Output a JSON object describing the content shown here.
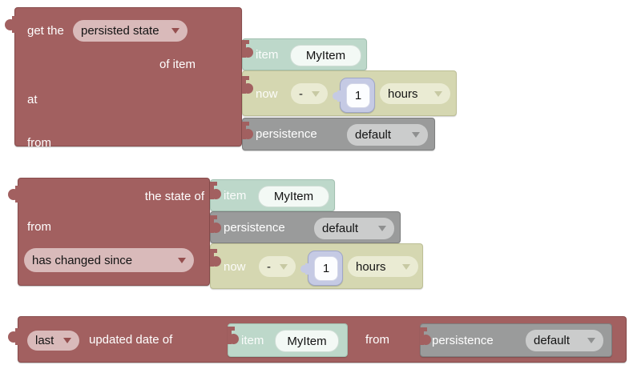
{
  "block1": {
    "prefix_label": "get the",
    "type_dropdown": "persisted state",
    "of_item_label": "of item",
    "at_label": "at",
    "from_label": "from",
    "item": {
      "label": "item",
      "name": "MyItem"
    },
    "time": {
      "label": "now",
      "operator": "-",
      "value": "1",
      "unit": "hours"
    },
    "persistence": {
      "label": "persistence",
      "service": "default"
    }
  },
  "block2": {
    "state_of_label": "the state of",
    "from_label": "from",
    "condition_dropdown": "has changed since",
    "item": {
      "label": "item",
      "name": "MyItem"
    },
    "persistence": {
      "label": "persistence",
      "service": "default"
    },
    "time": {
      "label": "now",
      "operator": "-",
      "value": "1",
      "unit": "hours"
    }
  },
  "block3": {
    "which_dropdown": "last",
    "updated_label": "updated date of",
    "from_label": "from",
    "item": {
      "label": "item",
      "name": "MyItem"
    },
    "persistence": {
      "label": "persistence",
      "service": "default"
    }
  },
  "colors": {
    "maroon": "#a26060",
    "teal": "#bdd8ca",
    "olive": "#d5d7b1",
    "lavender": "#c5cae4",
    "gray": "#9a9b9b"
  }
}
